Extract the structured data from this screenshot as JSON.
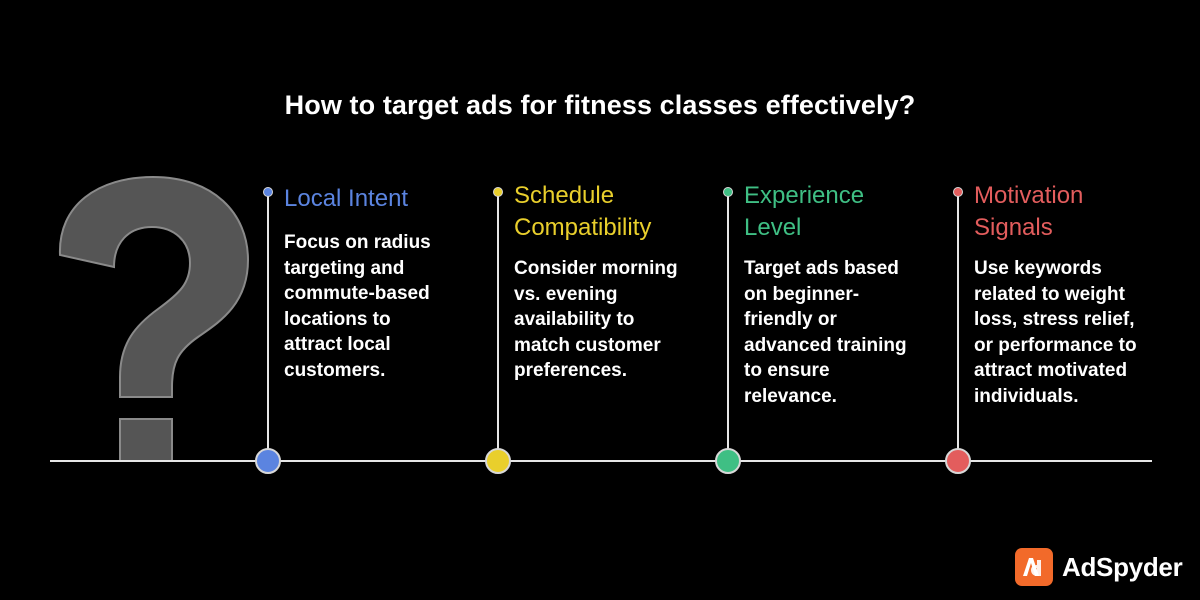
{
  "title": "How to target ads for fitness classes effectively?",
  "colors": {
    "background": "#000000",
    "line": "#e6e6e6",
    "question_mark": "#555555"
  },
  "items": [
    {
      "heading_lines": [
        "Local Intent"
      ],
      "color": "#5b84e0",
      "desc_lines": [
        "Focus on radius",
        "targeting and",
        "commute-based",
        "locations to",
        "attract local",
        "customers."
      ]
    },
    {
      "heading_lines": [
        "Schedule",
        "Compatibility"
      ],
      "color": "#e9cf2c",
      "desc_lines": [
        "Consider morning",
        "vs. evening",
        "availability to",
        "match customer",
        "preferences."
      ]
    },
    {
      "heading_lines": [
        "Experience",
        "Level"
      ],
      "color": "#3fbf84",
      "desc_lines": [
        "Target ads based",
        "on beginner-",
        "friendly or",
        "advanced training",
        "to ensure",
        "relevance."
      ]
    },
    {
      "heading_lines": [
        "Motivation",
        "Signals"
      ],
      "color": "#e35d5d",
      "desc_lines": [
        "Use keywords",
        "related to weight",
        "loss, stress relief,",
        "or performance to",
        "attract motivated",
        "individuals."
      ]
    }
  ],
  "brand": {
    "name": "AdSpyder",
    "logo_icon": "adspyder-logo-icon",
    "logo_color": "#f26a2a"
  }
}
